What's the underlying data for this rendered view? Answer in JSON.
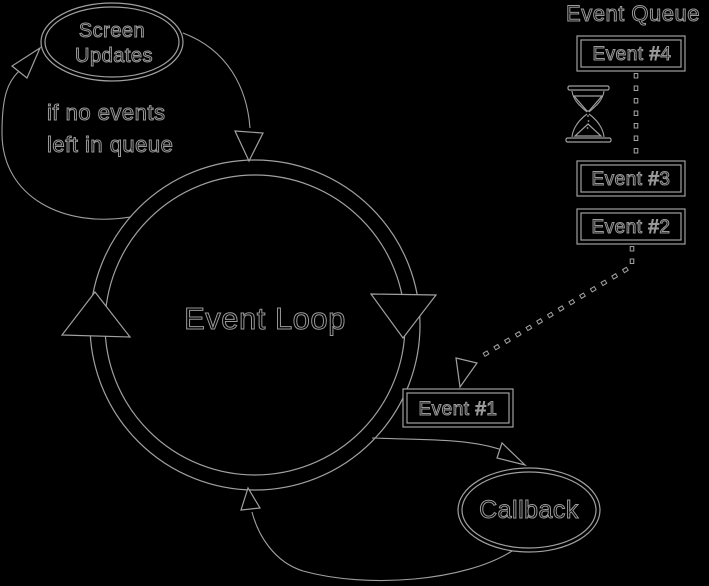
{
  "colors": {
    "background": "#000000",
    "stroke": "#a0a0a0",
    "shape_fill": "#000000"
  },
  "nodes": {
    "screen_updates": {
      "line1": "Screen",
      "line2": "Updates"
    },
    "event_loop": {
      "label": "Event Loop"
    },
    "callback": {
      "label": "Callback"
    }
  },
  "annotations": {
    "condition": {
      "line1": "if no events",
      "line2": "left in queue"
    }
  },
  "queue": {
    "title": "Event Queue",
    "items": [
      {
        "label": "Event #4"
      },
      {
        "label": "Event #3"
      },
      {
        "label": "Event #2"
      }
    ]
  },
  "dispatched_event": {
    "label": "Event #1"
  },
  "icons": {
    "hourglass": "hourglass-icon"
  }
}
